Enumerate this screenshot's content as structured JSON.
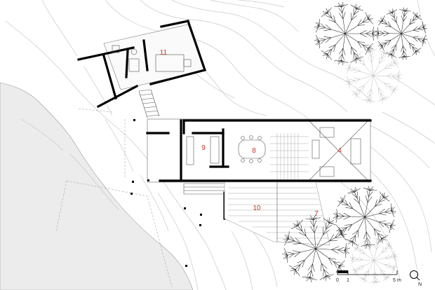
{
  "rooms": [
    {
      "id": "room-4",
      "label": "4"
    },
    {
      "id": "room-7",
      "label": "7"
    },
    {
      "id": "room-8",
      "label": "8"
    },
    {
      "id": "room-9",
      "label": "9"
    },
    {
      "id": "room-10",
      "label": "10"
    },
    {
      "id": "room-11",
      "label": "11"
    }
  ],
  "scale_bar": {
    "tick_zero": "0",
    "tick_one": "1",
    "tick_five": "5",
    "unit": "m"
  },
  "north_arrow": {
    "label": "N"
  },
  "colors": {
    "room_label": "#c0392b",
    "wall": "#000000",
    "water": "#ececec",
    "contour": "#c8c8c8"
  }
}
